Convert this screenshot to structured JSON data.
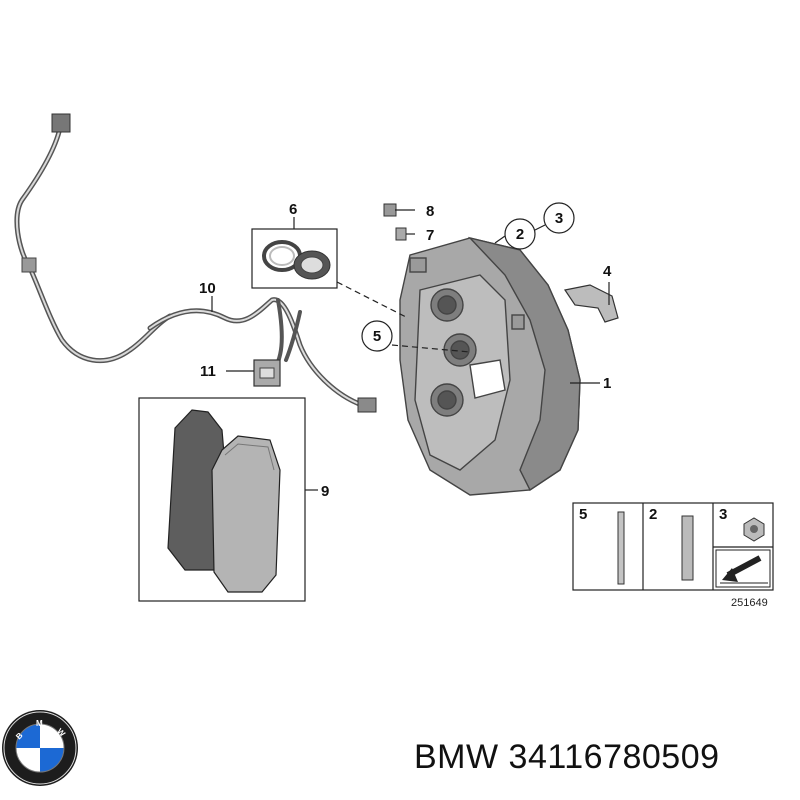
{
  "callouts": {
    "c1": "1",
    "c2": "2",
    "c3": "3",
    "c4": "4",
    "c5": "5",
    "c6": "6",
    "c7": "7",
    "c8": "8",
    "c9": "9",
    "c10": "10",
    "c11": "11"
  },
  "legend": {
    "cells": [
      "5",
      "2",
      "3"
    ],
    "diagram_id": "251649"
  },
  "footer": {
    "brand": "BMW",
    "part_number": "34116780509"
  },
  "colors": {
    "caliper": "#a8a8a8",
    "caliper_dark": "#7e7e7e",
    "pad_dark": "#5e5e5e",
    "pad_light": "#b4b4b4",
    "line": "#222222"
  }
}
